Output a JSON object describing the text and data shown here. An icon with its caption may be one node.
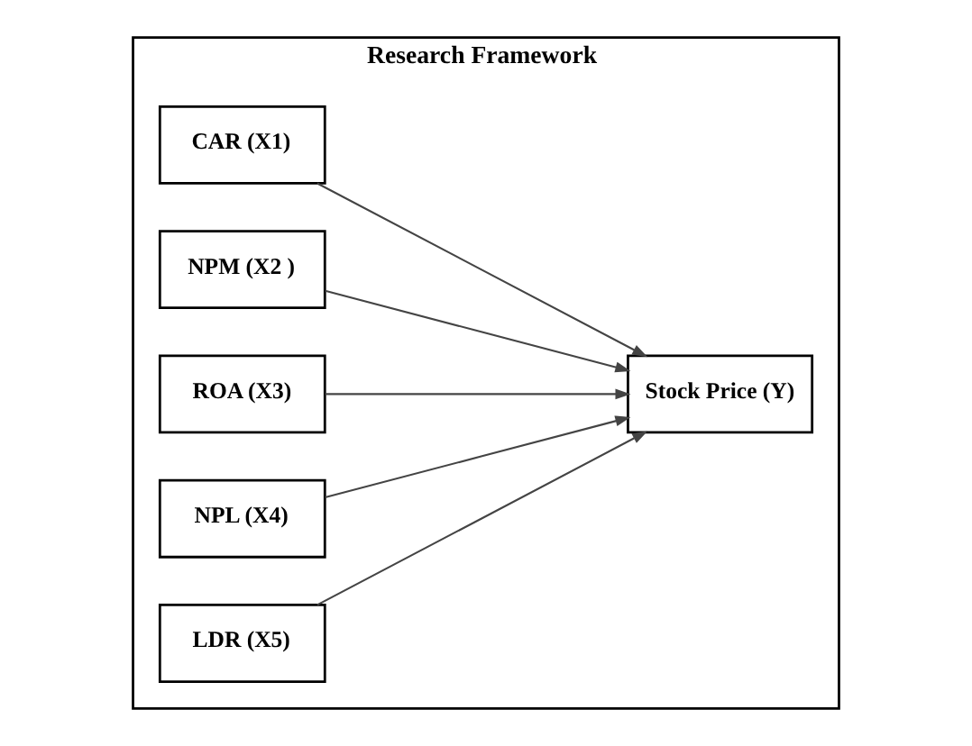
{
  "diagram": {
    "nodes": [
      {
        "text": [
          "Research Framework"
        ]
      },
      {
        "text": [
          "CAR (X1)"
        ],
        "in": 0
      },
      {
        "text": [
          "NPM (X2 )"
        ],
        "in": 0
      },
      {
        "text": [
          "ROA (X3)"
        ],
        "in": 0
      },
      {
        "text": [
          "NPL (X4)"
        ],
        "in": 0
      },
      {
        "text": [
          "LDR (X5)"
        ],
        "in": 0
      },
      {
        "text": [
          "Stock Price (Y)"
        ],
        "in": 0
      }
    ],
    "edges": [
      {
        "from": 1,
        "to": 6,
        "arrow": "to"
      },
      {
        "from": 2,
        "to": 6,
        "arrow": "to"
      },
      {
        "from": 3,
        "to": 6,
        "arrow": "to"
      },
      {
        "from": 4,
        "to": 6,
        "arrow": "to"
      },
      {
        "from": 5,
        "to": 6,
        "arrow": "to"
      }
    ]
  }
}
